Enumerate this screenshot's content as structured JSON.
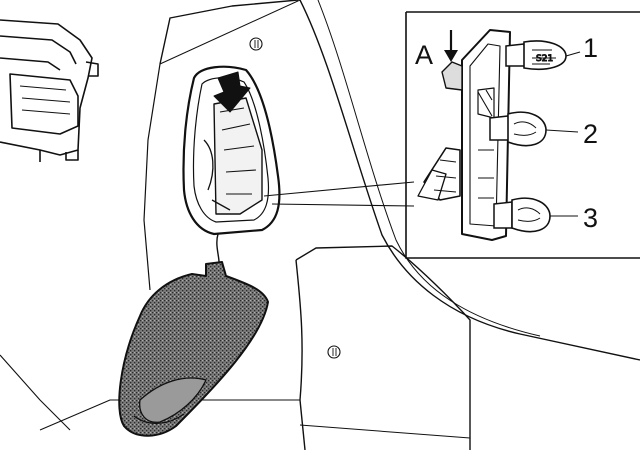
{
  "figure": {
    "labels": {
      "arrow_a": "A",
      "bulb_1": "1",
      "bulb_2": "2",
      "bulb_3": "3"
    },
    "colors": {
      "ink": "#111111",
      "cover_fill": "#6e6e6e",
      "paper": "#ffffff"
    }
  }
}
